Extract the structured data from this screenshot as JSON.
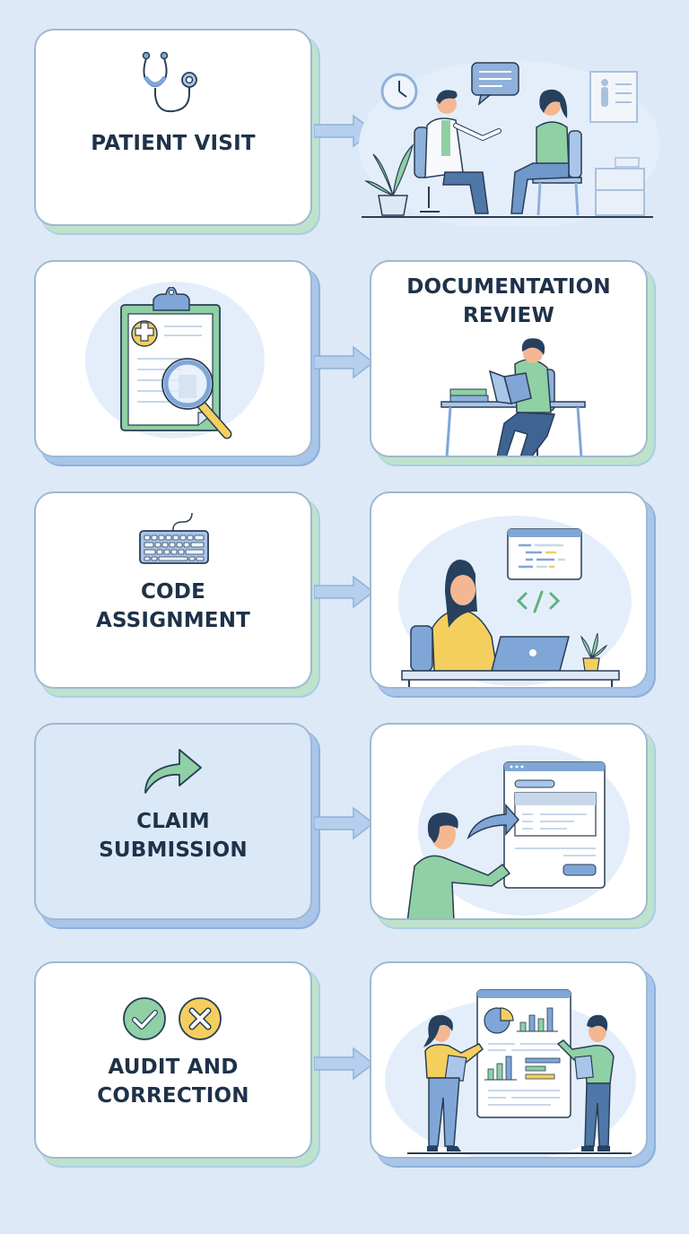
{
  "steps": [
    {
      "label_lines": [
        "PATIENT VISIT"
      ],
      "icon": "stethoscope-icon",
      "illustration": "doctor-patient-consultation"
    },
    {
      "label_lines": [
        "DOCUMENTATION",
        "REVIEW"
      ],
      "icon": "clipboard-magnifier-icon",
      "illustration": "person-reading-document"
    },
    {
      "label_lines": [
        "CODE",
        "ASSIGNMENT"
      ],
      "icon": "keyboard-icon",
      "illustration": "woman-coding-laptop"
    },
    {
      "label_lines": [
        "CLAIM",
        "SUBMISSION"
      ],
      "icon": "forward-arrow-icon",
      "illustration": "man-submitting-form"
    },
    {
      "label_lines": [
        "AUDIT AND",
        "CORRECTION"
      ],
      "icon": "check-cross-icons",
      "illustration": "team-reviewing-charts"
    }
  ],
  "colors": {
    "background": "#dde9f7",
    "text": "#1e3248",
    "accent_blue": "#7fa6d6",
    "accent_green": "#8fd0a4",
    "accent_yellow": "#f5cf5e"
  }
}
